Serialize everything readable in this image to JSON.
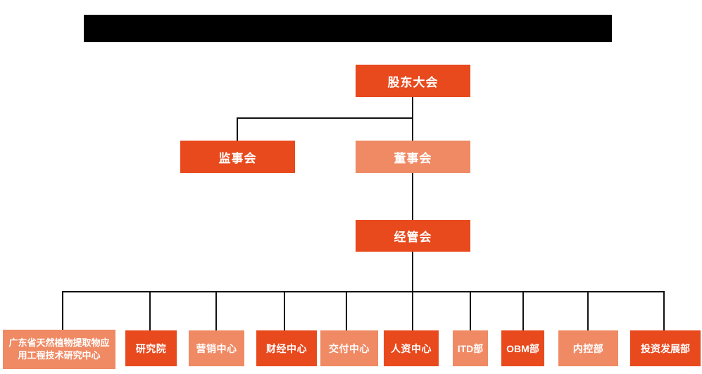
{
  "colors": {
    "primary_orange": "#E8491D",
    "light_orange": "#EF8A64",
    "connector": "#111111",
    "redaction_bar": "#000000",
    "background": "#FFFFFF",
    "node_text": "#FFFFFF"
  },
  "header": {
    "title_redacted": true
  },
  "org": {
    "type": "org-chart",
    "root": {
      "label": "股东大会",
      "variant": "primary"
    },
    "level2": [
      {
        "label": "监事会",
        "variant": "primary"
      },
      {
        "label": "董事会",
        "variant": "light"
      }
    ],
    "level3": [
      {
        "label": "经管会",
        "variant": "primary"
      }
    ],
    "departments": [
      {
        "label": "广东省天然植物提取物应用工程技术研究中心",
        "label_lines": [
          "广东省天然植物提取物应",
          "用工程技术研究中心"
        ],
        "variant": "light"
      },
      {
        "label": "研究院",
        "variant": "primary"
      },
      {
        "label": "营销中心",
        "variant": "light"
      },
      {
        "label": "财经中心",
        "variant": "primary"
      },
      {
        "label": "交付中心",
        "variant": "light"
      },
      {
        "label": "人资中心",
        "variant": "primary"
      },
      {
        "label": "ITD部",
        "variant": "light"
      },
      {
        "label": "OBM部",
        "variant": "primary"
      },
      {
        "label": "内控部",
        "variant": "light"
      },
      {
        "label": "投资发展部",
        "variant": "primary"
      }
    ]
  }
}
